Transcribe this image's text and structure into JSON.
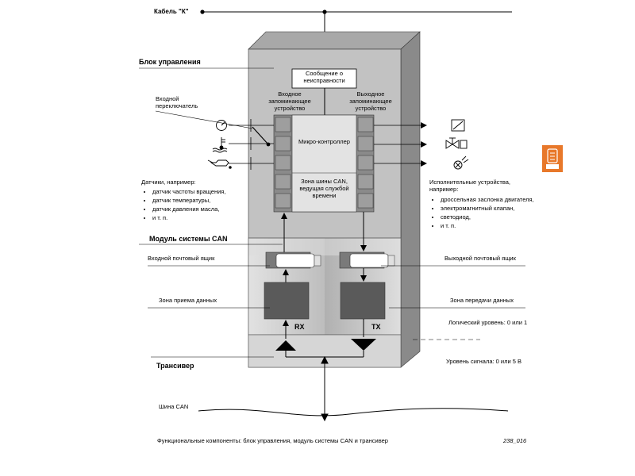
{
  "cable_label": "Кабель \"К\"",
  "control_unit": {
    "title": "Блок управления",
    "error_message": "Сообщение о неисправности",
    "input_memory": "Входное запоминающее устройство",
    "output_memory": "Выходное запоминающее устройство",
    "microcontroller": "Микро-контроллер",
    "can_zone": "Зона шины CAN, ведущая службой времени",
    "input_switch": "Входной переключатель"
  },
  "sensors": {
    "heading": "Датчики, например:",
    "items": [
      "датчик частоты вращения,",
      "датчик температуры,",
      "датчик давления масла,",
      "и т. п."
    ]
  },
  "actuators": {
    "heading": "Исполнительные устройства, например:",
    "items": [
      "дроссельная заслонка двигателя,",
      "электромагнитный клапан,",
      "светодиод,",
      "и т. п."
    ]
  },
  "can_module": {
    "title": "Модуль системы CAN",
    "input_mailbox": "Входной почтовый ящик",
    "output_mailbox": "Выходной почтовый ящик",
    "receive_zone": "Зона приема данных",
    "transmit_zone": "Зона передачи данных",
    "rx": "RX",
    "tx": "TX",
    "logic_level": "Логический уровень: 0 или 1"
  },
  "transceiver": {
    "title": "Трансивер",
    "signal_level": "Уровень сигнала: 0 или 5 В"
  },
  "bus_label": "Шина CAN",
  "caption": "Функциональные компоненты: блок управления, модуль системы CAN и трансивер",
  "figure_id": "238_016",
  "colors": {
    "housing_front": "#c2c2c2",
    "housing_side": "#8a8a8a",
    "housing_top": "#a6a6a6",
    "block_dark": "#5a5a5a",
    "accent_orange": "#e8782a"
  },
  "icons": [
    "speed-sensor-icon",
    "temperature-sensor-icon",
    "oil-pressure-sensor-icon",
    "throttle-icon",
    "solenoid-valve-icon",
    "led-icon",
    "device-icon"
  ]
}
